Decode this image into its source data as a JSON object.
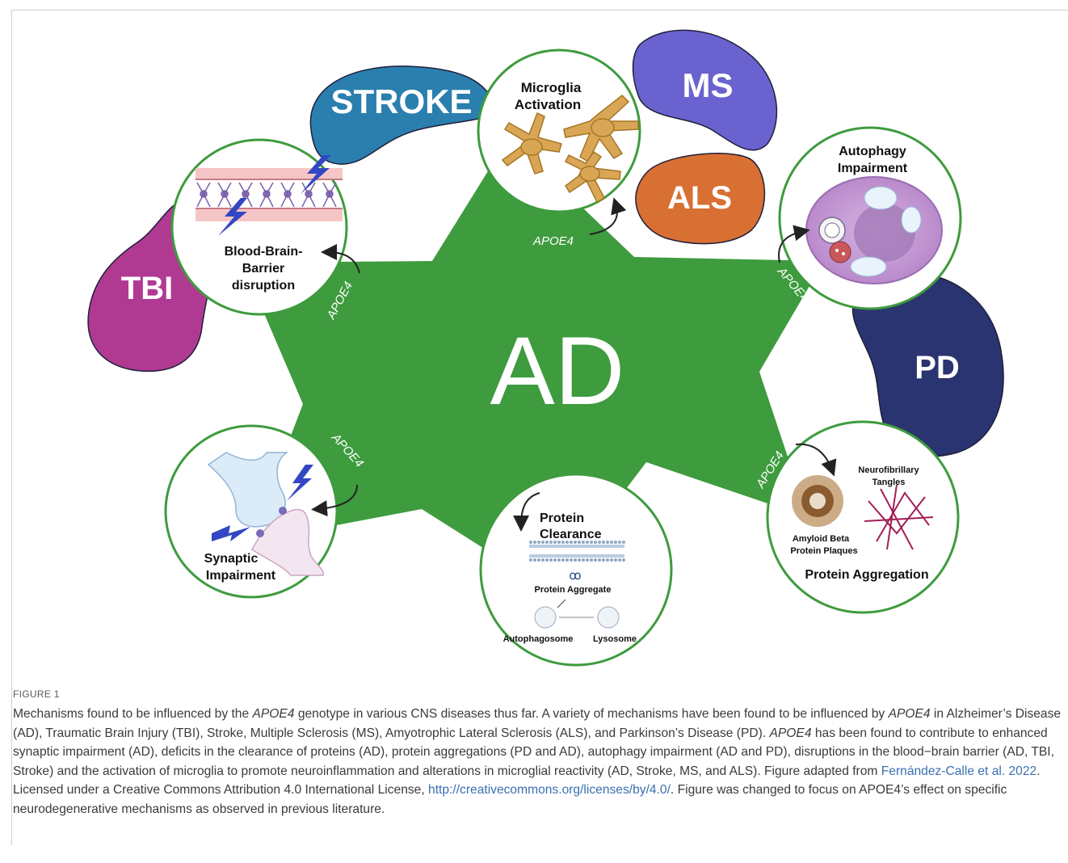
{
  "center_label": "AD",
  "diseases": {
    "stroke": {
      "label": "STROKE",
      "color": "#2a7fae"
    },
    "ms": {
      "label": "MS",
      "color": "#6a63cf"
    },
    "als": {
      "label": "ALS",
      "color": "#d86f33"
    },
    "tbi": {
      "label": "TBI",
      "color": "#b03a92"
    },
    "pd": {
      "label": "PD",
      "color": "#2a3470"
    }
  },
  "star_color": "#3e9b3e",
  "circle_border_color": "#3e9b3e",
  "apoe4_label": "APOE4",
  "mechanisms": {
    "microglia": {
      "line1": "Microglia",
      "line2": "Activation"
    },
    "autophagy": {
      "line1": "Autophagy",
      "line2": "Impairment"
    },
    "bbb": {
      "line1": "Blood-Brain-",
      "line2": "Barrier",
      "line3": "disruption"
    },
    "synaptic": {
      "line1": "Synaptic",
      "line2": "Impairment"
    },
    "clearance": {
      "line1": "Protein",
      "line2": "Clearance",
      "aggregate": "Protein Aggregate",
      "autophagosome": "Autophagosome",
      "lysosome": "Lysosome"
    },
    "aggregation": {
      "title": "Protein Aggregation",
      "tangles1": "Neurofibrillary",
      "tangles2": "Tangles",
      "amyloid1": "Amyloid Beta",
      "amyloid2": "Protein Plaques"
    }
  },
  "figure_label": "FIGURE 1",
  "caption": {
    "p1": "Mechanisms found to be influenced by the ",
    "gene": "APOE4",
    "p2": " genotype in various CNS diseases thus far. A variety of mechanisms have been found to be influenced by ",
    "p3": " in Alzheimer’s Disease (AD), Traumatic Brain Injury (TBI), Stroke, Multiple Sclerosis (MS), Amyotrophic Lateral Sclerosis (ALS), and Parkinson’s Disease (PD). ",
    "p4": " has been found to contribute to enhanced synaptic impairment (AD), deficits in the clearance of proteins (AD), protein aggregations (PD and AD), autophagy impairment (AD and PD), disruptions in the blood−brain barrier (AD, TBI, Stroke) and the activation of microglia to promote neuroinflammation and alterations in microglial reactivity (AD, Stroke, MS, and ALS). Figure adapted from ",
    "ref": "Fernández-Calle et al. 2022",
    "p5": ". Licensed under a Creative Commons Attribution 4.0 International License, ",
    "url": "http://creativecommons.org/licenses/by/4.0/",
    "p6": ". Figure was changed to focus on APOE4’s effect on specific neurodegenerative mechanisms as observed in previous literature."
  }
}
